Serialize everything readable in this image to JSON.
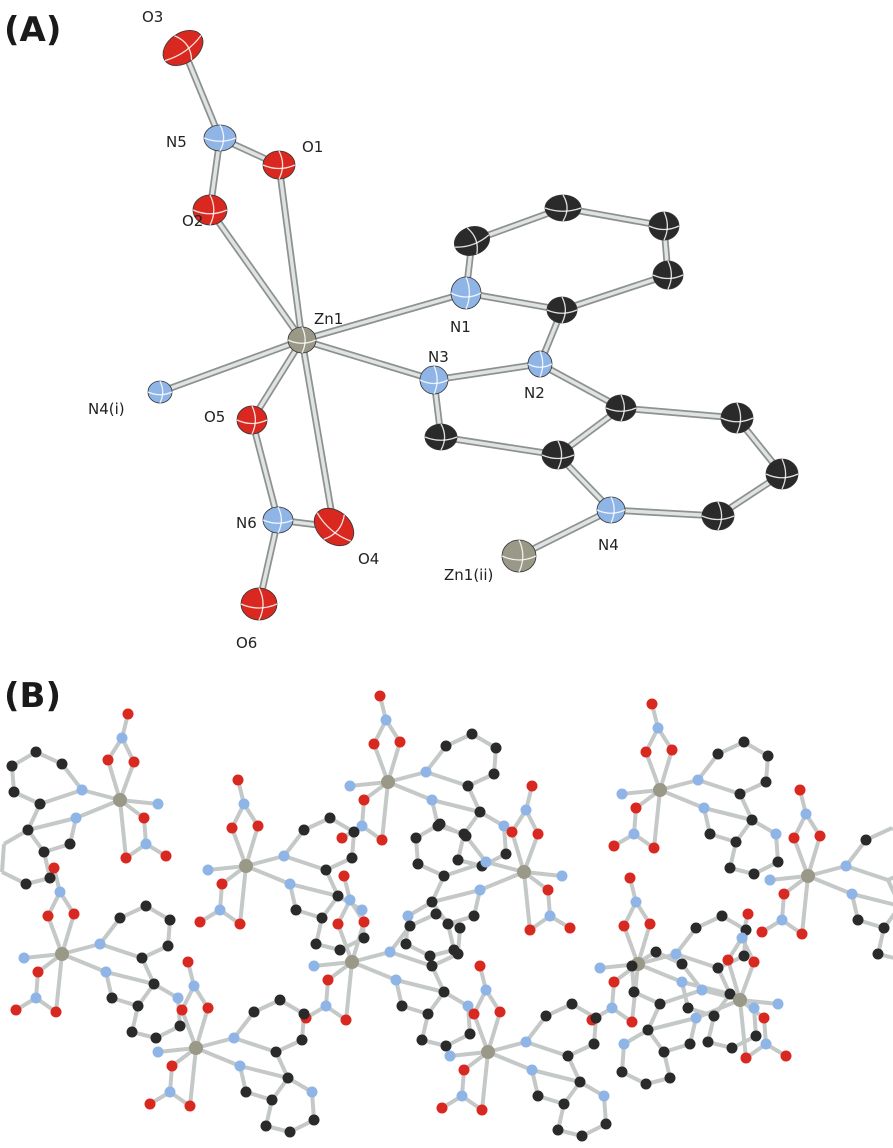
{
  "panels": {
    "a": {
      "label": "(A)"
    },
    "b": {
      "label": "(B)"
    }
  },
  "colors": {
    "carbon": "#2a2a2a",
    "nitrogen": "#8fb4e6",
    "oxygen": "#d8281f",
    "zinc": "#9a9886",
    "bond": "#c4c9c8"
  },
  "atom_labels": {
    "O1": "O1",
    "O2": "O2",
    "O3": "O3",
    "O4": "O4",
    "O5": "O5",
    "O6": "O6",
    "N1": "N1",
    "N2": "N2",
    "N3": "N3",
    "N4": "N4",
    "N5": "N5",
    "N6": "N6",
    "Zn1": "Zn1",
    "N4i": "N4(i)",
    "Zn1ii": "Zn1(ii)"
  }
}
